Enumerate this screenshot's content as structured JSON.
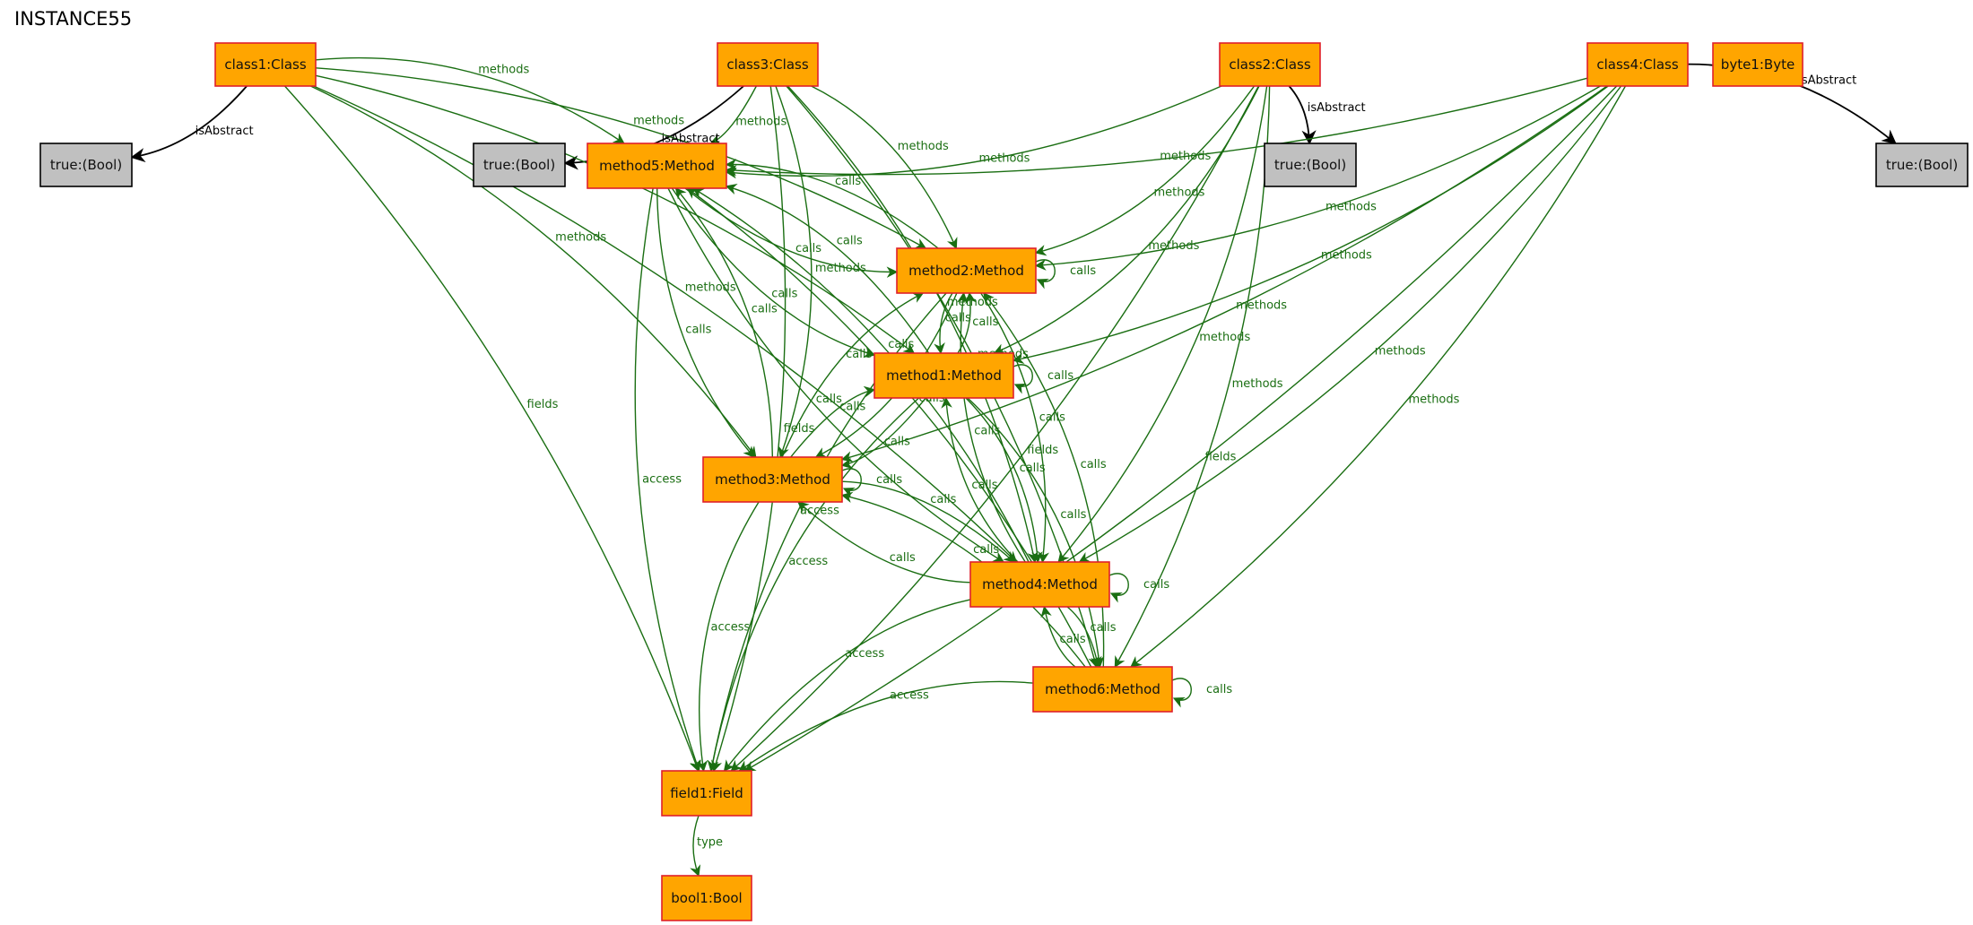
{
  "title": "INSTANCE55",
  "colors": {
    "node_fill": "#FFA500",
    "node_border": "#E0202A",
    "bool_fill": "#C0C0C0",
    "bool_border": "#000000",
    "edge_green": "#1A6E12",
    "edge_black": "#000000"
  },
  "nodes": [
    {
      "id": "class1",
      "label": "class1:Class"
    },
    {
      "id": "class3",
      "label": "class3:Class"
    },
    {
      "id": "class2",
      "label": "class2:Class"
    },
    {
      "id": "class4",
      "label": "class4:Class"
    },
    {
      "id": "byte1",
      "label": "byte1:Byte"
    },
    {
      "id": "true1",
      "label": "true:(Bool)",
      "kind": "bool"
    },
    {
      "id": "true3",
      "label": "true:(Bool)",
      "kind": "bool"
    },
    {
      "id": "true2",
      "label": "true:(Bool)",
      "kind": "bool"
    },
    {
      "id": "true4",
      "label": "true:(Bool)",
      "kind": "bool"
    },
    {
      "id": "method5",
      "label": "method5:Method"
    },
    {
      "id": "method2",
      "label": "method2:Method"
    },
    {
      "id": "method1",
      "label": "method1:Method"
    },
    {
      "id": "method3",
      "label": "method3:Method"
    },
    {
      "id": "method4",
      "label": "method4:Method"
    },
    {
      "id": "method6",
      "label": "method6:Method"
    },
    {
      "id": "field1",
      "label": "field1:Field"
    },
    {
      "id": "bool1",
      "label": "bool1:Bool"
    }
  ],
  "edges": [
    {
      "from": "class1",
      "to": "true1",
      "label": "isAbstract",
      "color": "black"
    },
    {
      "from": "class3",
      "to": "true3",
      "label": "isAbstract",
      "color": "black"
    },
    {
      "from": "class2",
      "to": "true2",
      "label": "isAbstract",
      "color": "black"
    },
    {
      "from": "class4",
      "to": "true4",
      "label": "isAbstract",
      "color": "black"
    },
    {
      "from": "class1",
      "to": "method5",
      "label": "methods"
    },
    {
      "from": "class1",
      "to": "method2",
      "label": "methods"
    },
    {
      "from": "class1",
      "to": "method1",
      "label": "methods"
    },
    {
      "from": "class1",
      "to": "method3",
      "label": "methods"
    },
    {
      "from": "class1",
      "to": "method4",
      "label": "methods"
    },
    {
      "from": "class1",
      "to": "field1",
      "label": "fields"
    },
    {
      "from": "class3",
      "to": "method5",
      "label": "methods"
    },
    {
      "from": "class3",
      "to": "method2",
      "label": "methods"
    },
    {
      "from": "class3",
      "to": "method3",
      "label": "methods"
    },
    {
      "from": "class3",
      "to": "method4",
      "label": "methods"
    },
    {
      "from": "class3",
      "to": "method6",
      "label": "methods"
    },
    {
      "from": "class3",
      "to": "field1",
      "label": "fields"
    },
    {
      "from": "class2",
      "to": "method5",
      "label": "methods"
    },
    {
      "from": "class2",
      "to": "method2",
      "label": "methods"
    },
    {
      "from": "class2",
      "to": "method1",
      "label": "methods"
    },
    {
      "from": "class2",
      "to": "method4",
      "label": "methods"
    },
    {
      "from": "class2",
      "to": "method6",
      "label": "methods"
    },
    {
      "from": "class2",
      "to": "field1",
      "label": "fields"
    },
    {
      "from": "class4",
      "to": "method5",
      "label": "methods"
    },
    {
      "from": "class4",
      "to": "method2",
      "label": "methods"
    },
    {
      "from": "class4",
      "to": "method1",
      "label": "methods"
    },
    {
      "from": "class4",
      "to": "method3",
      "label": "methods"
    },
    {
      "from": "class4",
      "to": "method4",
      "label": "methods"
    },
    {
      "from": "class4",
      "to": "method6",
      "label": "methods"
    },
    {
      "from": "class4",
      "to": "field1",
      "label": "fields"
    },
    {
      "from": "method5",
      "to": "method2",
      "label": "calls"
    },
    {
      "from": "method2",
      "to": "method5",
      "label": "calls"
    },
    {
      "from": "method5",
      "to": "method1",
      "label": "calls"
    },
    {
      "from": "method1",
      "to": "method5",
      "label": "calls"
    },
    {
      "from": "method5",
      "to": "method3",
      "label": "calls"
    },
    {
      "from": "method3",
      "to": "method5",
      "label": "calls"
    },
    {
      "from": "method5",
      "to": "method4",
      "label": "calls"
    },
    {
      "from": "method4",
      "to": "method5",
      "label": "calls"
    },
    {
      "from": "method6",
      "to": "method5",
      "label": "calls"
    },
    {
      "from": "method5",
      "to": "field1",
      "label": "access"
    },
    {
      "from": "method2",
      "to": "method2",
      "label": "calls",
      "self": true
    },
    {
      "from": "method2",
      "to": "method1",
      "label": "calls"
    },
    {
      "from": "method1",
      "to": "method2",
      "label": "calls"
    },
    {
      "from": "method2",
      "to": "method3",
      "label": "calls"
    },
    {
      "from": "method3",
      "to": "method2",
      "label": "calls"
    },
    {
      "from": "method2",
      "to": "method4",
      "label": "calls"
    },
    {
      "from": "method4",
      "to": "method2",
      "label": "calls"
    },
    {
      "from": "method6",
      "to": "method2",
      "label": "calls"
    },
    {
      "from": "method2",
      "to": "field1",
      "label": "access"
    },
    {
      "from": "method1",
      "to": "method1",
      "label": "calls",
      "self": true
    },
    {
      "from": "method1",
      "to": "method3",
      "label": "calls"
    },
    {
      "from": "method3",
      "to": "method1",
      "label": "calls"
    },
    {
      "from": "method1",
      "to": "method4",
      "label": "calls"
    },
    {
      "from": "method4",
      "to": "method1",
      "label": "calls"
    },
    {
      "from": "method1",
      "to": "method6",
      "label": "calls"
    },
    {
      "from": "method1",
      "to": "field1",
      "label": "access"
    },
    {
      "from": "method3",
      "to": "method3",
      "label": "calls",
      "self": true
    },
    {
      "from": "method3",
      "to": "method4",
      "label": "calls"
    },
    {
      "from": "method4",
      "to": "method3",
      "label": "calls"
    },
    {
      "from": "method6",
      "to": "method3",
      "label": "calls"
    },
    {
      "from": "method3",
      "to": "field1",
      "label": "access"
    },
    {
      "from": "method4",
      "to": "method4",
      "label": "calls",
      "self": true
    },
    {
      "from": "method4",
      "to": "method6",
      "label": "calls"
    },
    {
      "from": "method6",
      "to": "method4",
      "label": "calls"
    },
    {
      "from": "method4",
      "to": "field1",
      "label": "access"
    },
    {
      "from": "method6",
      "to": "method6",
      "label": "calls",
      "self": true
    },
    {
      "from": "method6",
      "to": "field1",
      "label": "access"
    },
    {
      "from": "field1",
      "to": "bool1",
      "label": "type"
    }
  ]
}
